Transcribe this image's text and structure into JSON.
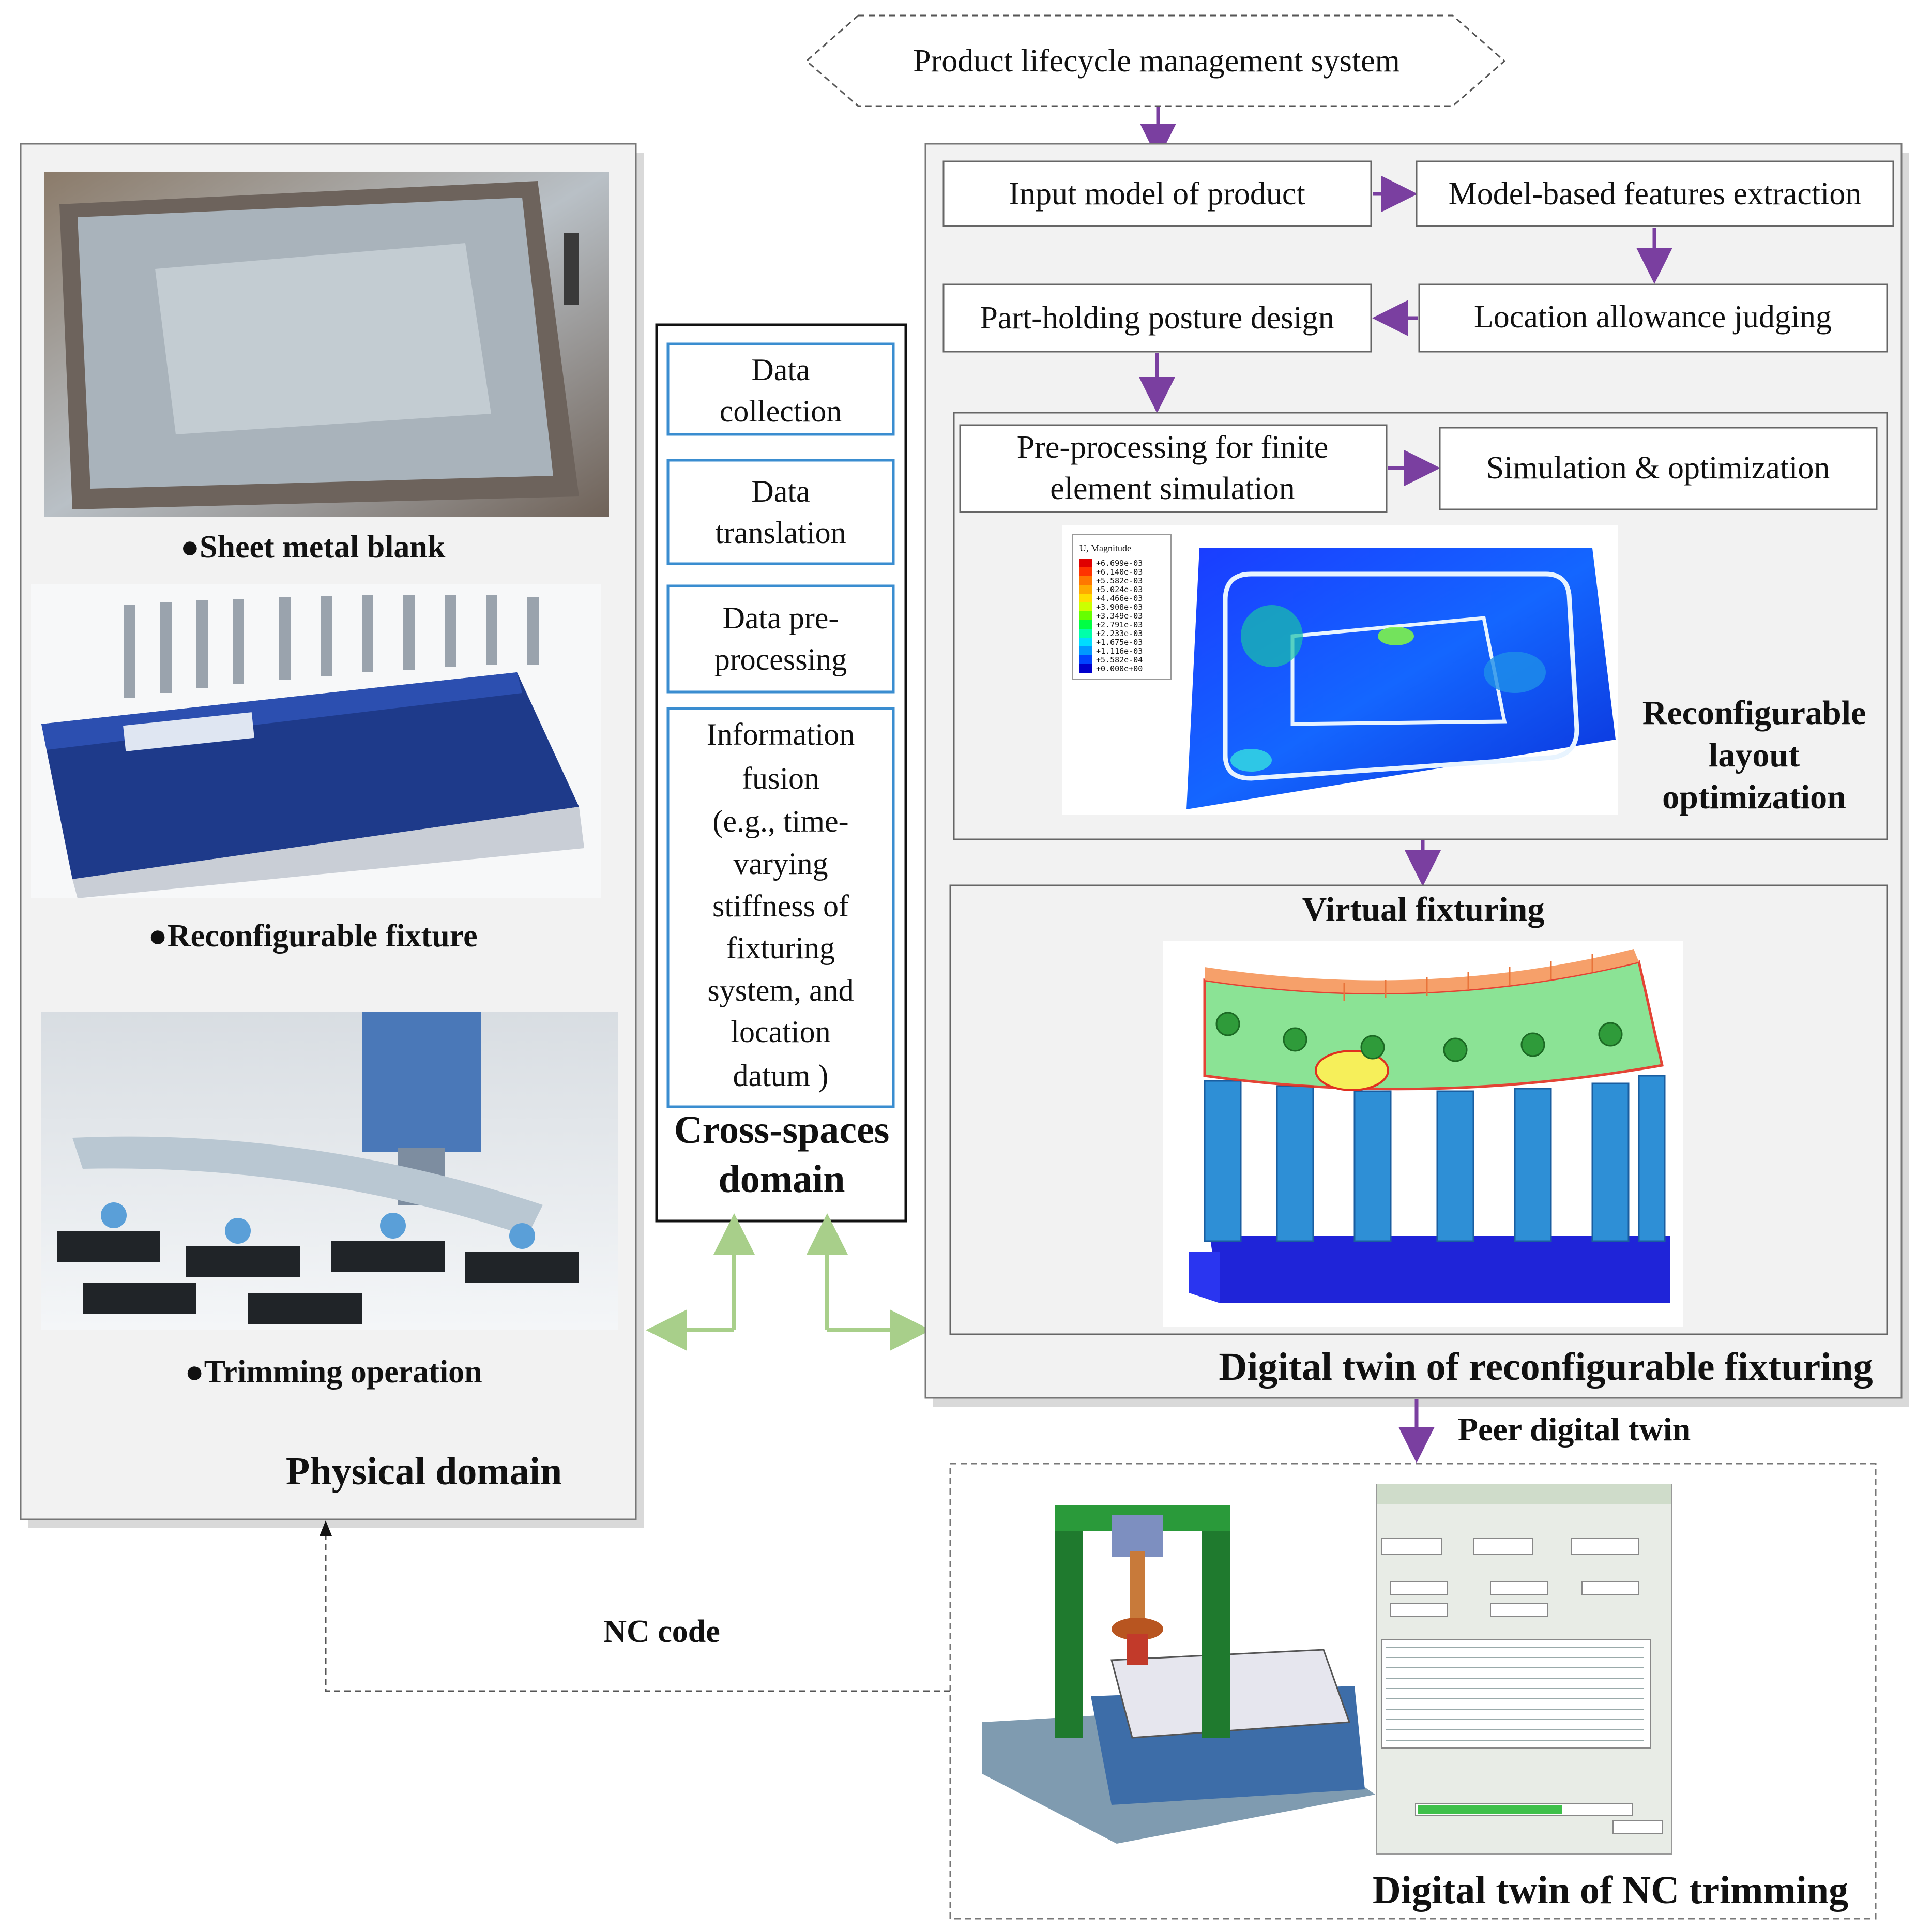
{
  "plm": {
    "label": "Product lifecycle management system"
  },
  "physical": {
    "title": "Physical domain",
    "captions": {
      "sheet": "●Sheet metal blank",
      "fixture": "●Reconfigurable fixture",
      "trimming": "●Trimming operation"
    }
  },
  "cross": {
    "title_line1": "Cross-spaces",
    "title_line2": "domain",
    "boxes": {
      "collection": [
        "Data",
        "collection"
      ],
      "translation": [
        "Data",
        "translation"
      ],
      "preprocessing": [
        "Data pre-",
        "processing"
      ],
      "fusion": [
        "Information",
        "fusion",
        "(e.g.,  time-",
        "varying",
        "stiffness of",
        "fixturing",
        "system, and",
        "location",
        "datum )"
      ]
    }
  },
  "dt_fixturing": {
    "title": "Digital twin of reconfigurable fixturing",
    "steps": {
      "input_model": "Input model of product",
      "feature_extraction": "Model-based features extraction",
      "posture_design": "Part-holding posture design",
      "allowance_judging": "Location allowance judging",
      "fe_preprocessing": [
        "Pre-processing for finite",
        "element simulation"
      ],
      "simulation": "Simulation & optimization"
    },
    "layout_opt": [
      "Reconfigurable",
      "layout",
      "optimization"
    ],
    "virtual_fixturing": "Virtual fixturing",
    "legend": {
      "title": "U, Magnitude",
      "entries": [
        "+6.699e-03",
        "+6.140e-03",
        "+5.582e-03",
        "+5.024e-03",
        "+4.466e-03",
        "+3.908e-03",
        "+3.349e-03",
        "+2.791e-03",
        "+2.233e-03",
        "+1.675e-03",
        "+1.116e-03",
        "+5.582e-04",
        "+0.000e+00"
      ],
      "colors": [
        "#e00000",
        "#ff3300",
        "#ff7700",
        "#ffaa00",
        "#ffdd00",
        "#ccff00",
        "#66ff00",
        "#00ff44",
        "#00ffaa",
        "#00ddff",
        "#0099ff",
        "#0044ff",
        "#0000cc"
      ]
    }
  },
  "peer": {
    "label": "Peer digital twin"
  },
  "nc_code": {
    "label": "NC code"
  },
  "dt_nc": {
    "title": "Digital twin of NC trimming"
  },
  "colors": {
    "arrow_purple": "#7a3fa0",
    "arrow_green": "#a8cf8a",
    "box_blue": "#3a8dd0",
    "panel_gray": "#f2f2f2"
  }
}
